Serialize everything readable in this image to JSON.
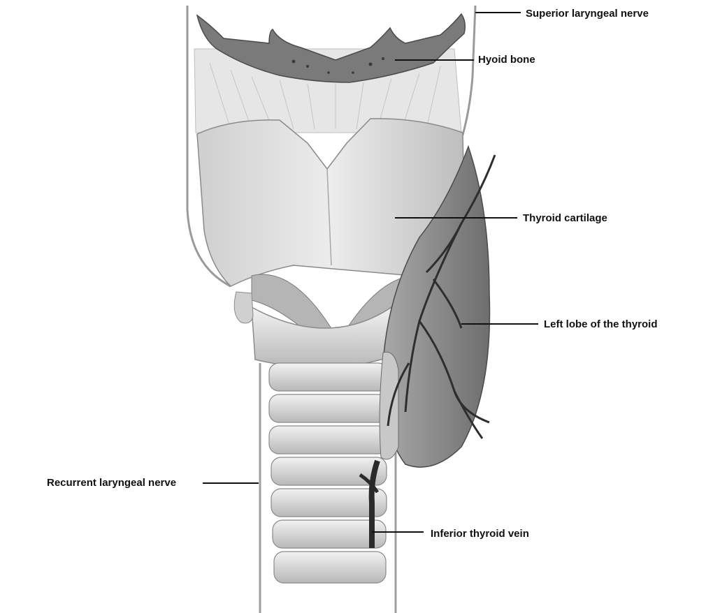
{
  "diagram": {
    "labels": {
      "superior_laryngeal_nerve": "Superior laryngeal nerve",
      "hyoid_bone": "Hyoid bone",
      "thyroid_cartilage": "Thyroid cartilage",
      "left_lobe_thyroid": "Left lobe of the thyroid",
      "recurrent_laryngeal_nerve": "Recurrent laryngeal nerve",
      "inferior_thyroid_vein": "Inferior thyroid vein"
    },
    "colors": {
      "label_text": "#111111",
      "leader_line": "#111111",
      "cartilage": "#d9d9d9",
      "gland": "#8c8c8c",
      "vessel": "#2e2e2e"
    }
  }
}
